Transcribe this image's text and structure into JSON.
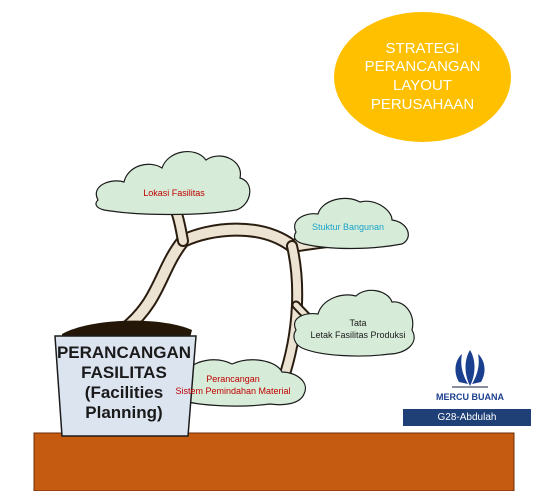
{
  "title_lines": [
    "STRATEGI",
    "PERANCANGAN",
    "LAYOUT",
    "PERUSAHAAN"
  ],
  "pot_lines": [
    "PERANCANGAN",
    "FASILITAS",
    "(Facilities",
    "Planning)"
  ],
  "leaves": {
    "lokasi": "Lokasi Fasilitas",
    "struktur": "Stuktur Bangunan",
    "tata_line1": "Tata",
    "tata_line2": "Letak Fasilitas Produksi",
    "sistem_line1": "Perancangan",
    "sistem_line2": "Sistem Pemindahan Material"
  },
  "brand_text": "MERCU BUANA",
  "tag_text": "G28-Abdulah",
  "colors": {
    "title_circle": "#ffc000",
    "ground": "#c55a11",
    "pot": "#dce4f0",
    "foliage": "#d7ecd8",
    "trunk": "#ede3d3",
    "soil": "#241708",
    "label_red": "#c00000",
    "label_teal": "#1aa3c8",
    "brand_blue": "#1b3f8f",
    "tag_bg": "#1f3f77"
  }
}
